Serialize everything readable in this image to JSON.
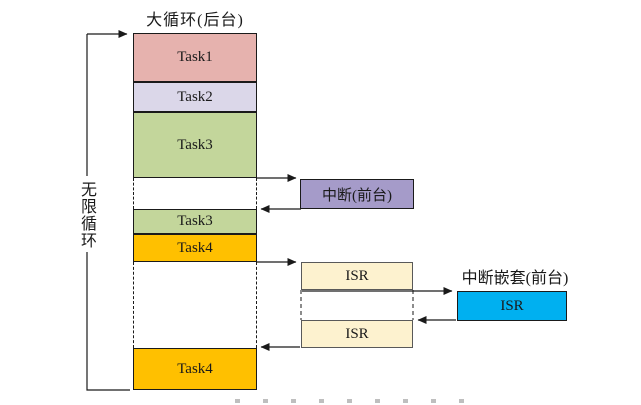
{
  "diagram": {
    "title": "大循环(后台)",
    "loop_label": "无限循环",
    "background_tasks": {
      "task1": "Task1",
      "task2": "Task2",
      "task3_first": "Task3",
      "task3_second": "Task3",
      "task4_first": "Task4",
      "task4_second": "Task4"
    },
    "interrupt_label": "中断(前台)",
    "isr_first": "ISR",
    "isr_second": "ISR",
    "nested_title": "中断嵌套(前台)",
    "nested_isr": "ISR"
  },
  "colors": {
    "task1": "#E6B2AE",
    "task2": "#DBD7E9",
    "task3": "#C3D69B",
    "task4": "#FFC000",
    "interrupt": "#A59BC9",
    "isr": "#FDF2CF",
    "nested_isr": "#00B0F0"
  }
}
